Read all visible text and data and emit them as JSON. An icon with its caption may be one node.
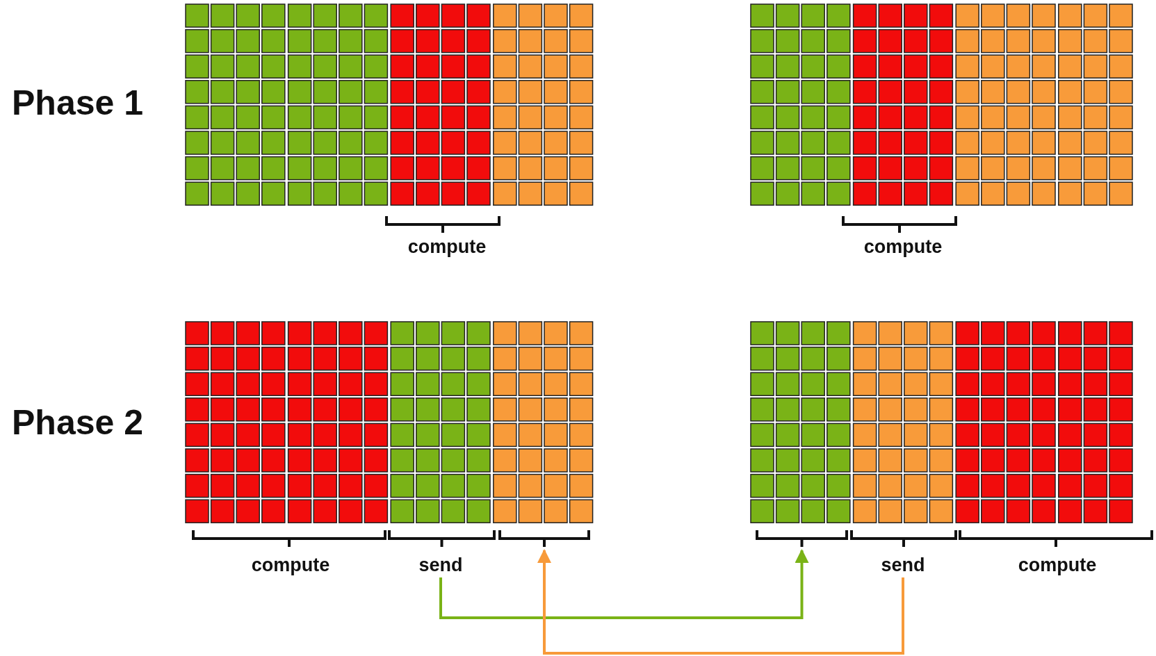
{
  "diagram": {
    "nodes": [
      {
        "text": [],
        "shape": "bracket"
      },
      {
        "text": [],
        "shape": "bracket"
      },
      {
        "text": [
          "send"
        ]
      },
      {
        "text": [
          "send"
        ]
      }
    ],
    "edges": [
      {
        "from": 2,
        "to": 1,
        "arrow": "to",
        "color": "#7ab317"
      },
      {
        "from": 3,
        "to": 0,
        "arrow": "to",
        "color": "#f79a3a"
      }
    ],
    "labels": [
      "Phase 1",
      "compute",
      "compute",
      "Phase 2",
      "compute",
      "compute"
    ]
  }
}
